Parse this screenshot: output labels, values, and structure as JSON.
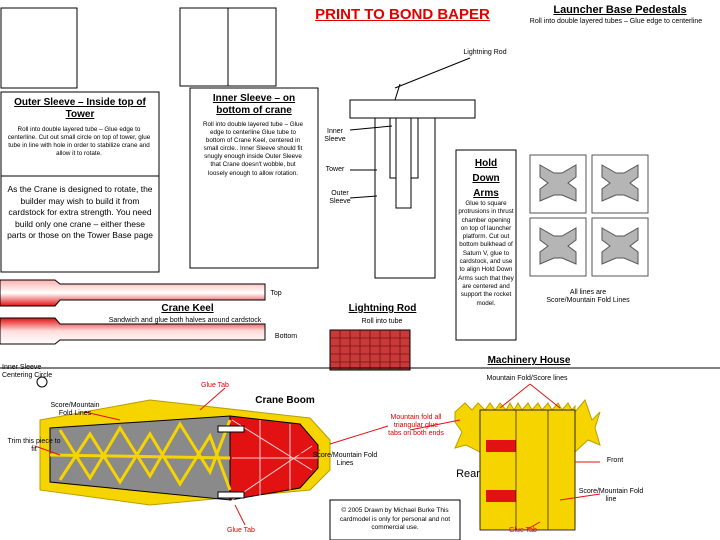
{
  "header": {
    "title": "PRINT TO BOND BAPER",
    "pedestal_title": "Launcher Base Pedestals",
    "pedestal_note": "Roll into double layered tubes – Glue edge to centerline"
  },
  "labels": {
    "lightning_rod_top": "Lightning Rod",
    "outer_sleeve_title": "Outer Sleeve – Inside top of Tower",
    "outer_sleeve_note": "Roll into double layered tube – Glue edge to centerline. Cut out small circle on top of tower, glue tube in line with hole in order to stabilize crane and allow it to rotate.",
    "inner_sleeve_title": "Inner Sleeve – on bottom of crane",
    "inner_sleeve_note": "Roll into double layered tube – Glue edge to centerline Glue tube to bottom of Crane Keel, centered in small circle.. Inner Sleeve should fit snugly enough inside Outer Sleeve that Crane doesn't wobble, but loosely enough to allow rotation.",
    "crane_note": "As the Crane is designed to rotate, the builder may wish to build it from cardstock for extra strength. You need build only one crane – either these parts or those on the Tower Base page",
    "inner_sleeve_callout": "Inner Sleeve",
    "tower_callout": "Tower",
    "outer_sleeve_callout": "Outer Sleeve",
    "hold_down_title": "Hold Down Arms",
    "hold_down_note": "Glue to square protrusions in thrust chamber opening on top of launcher platform. Cut out bottom bulkhead of Saturn V, glue to cardstock, and use to align Hold Down Arms such that they are centered and support the rocket model.",
    "all_lines": "All lines are Score/Mountain Fold Lines",
    "keel_top": "Top",
    "keel_bottom": "Bottom",
    "crane_keel_title": "Crane Keel",
    "crane_keel_note": "Sandwich and glue both halves around cardstock",
    "lightning_rod_title": "Lightning Rod",
    "lightning_rod_note": "Roll into tube",
    "machinery_title": "Machinery House",
    "machinery_note": "Mountain Fold/Score lines",
    "inner_circle": "Inner Sleeve Centering Circle",
    "glue_tab_top": "Glue Tab",
    "crane_boom_title": "Crane Boom",
    "score_left": "Score/Mountain Fold Lines",
    "trim_piece": "Trim this piece to fit",
    "score_mid": "Score/Mountain Fold Lines",
    "mountain_fold": "Mountain fold all triangular glue tabs on both ends",
    "rear": "Rear",
    "front": "Front",
    "score_fold_line": "Score/Mountain Fold line",
    "credit": "© 2005 Drawn by Michael Burke This cardmodel is only for personal and not commercial use.",
    "glue_tab_bottom": "Glue Tab",
    "glue_tab_right": "Glue Tab"
  },
  "colors": {
    "red": "#e21212",
    "yellow": "#f5d400",
    "gray": "#8a8a8a",
    "title_red": "#e00000"
  }
}
